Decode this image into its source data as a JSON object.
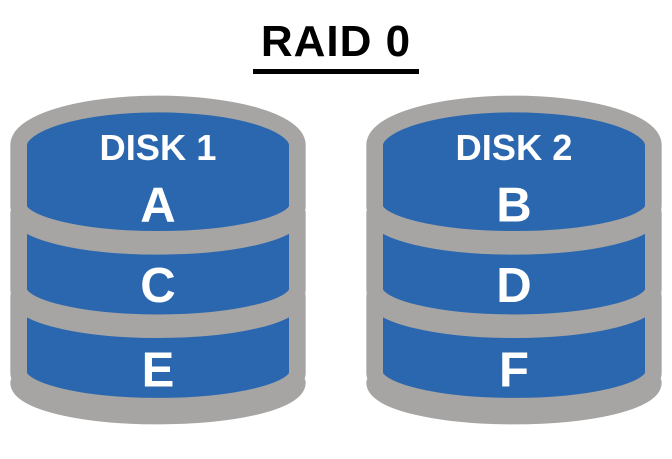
{
  "title": "RAID 0",
  "colors": {
    "disk_fill": "#2B67AE",
    "disk_outline": "#A6A5A3",
    "disk_text": "#FFFFFF",
    "title_text": "#000000",
    "background": "#FFFFFF"
  },
  "disks": [
    {
      "name": "DISK 1",
      "blocks": [
        "A",
        "C",
        "E"
      ]
    },
    {
      "name": "DISK 2",
      "blocks": [
        "B",
        "D",
        "F"
      ]
    }
  ]
}
